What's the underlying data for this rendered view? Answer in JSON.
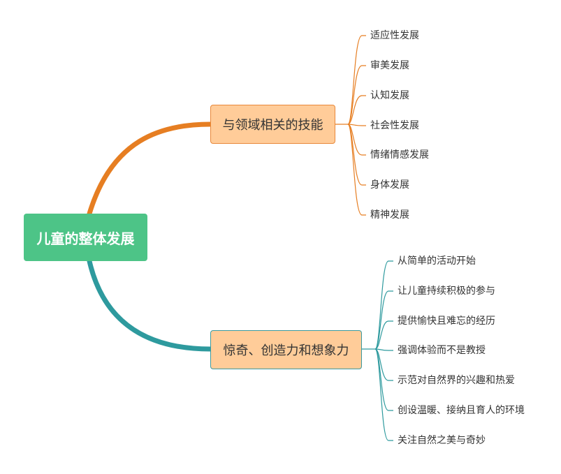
{
  "root": {
    "label": "儿童的整体发展"
  },
  "branches": [
    {
      "label": "与领域相关的技能",
      "color": "#e67e22",
      "children": [
        "适应性发展",
        "审美发展",
        "认知发展",
        "社会性发展",
        "情绪情感发展",
        "身体发展",
        "精神发展"
      ]
    },
    {
      "label": "惊奇、创造力和想象力",
      "color": "#2e9a9e",
      "children": [
        "从简单的活动开始",
        "让儿童持续积极的参与",
        "提供愉快且难忘的经历",
        "强调体验而不是教授",
        "示范对自然界的兴趣和热爱",
        "创设温暖、接纳且育人的环境",
        "关注自然之美与奇妙"
      ]
    }
  ]
}
